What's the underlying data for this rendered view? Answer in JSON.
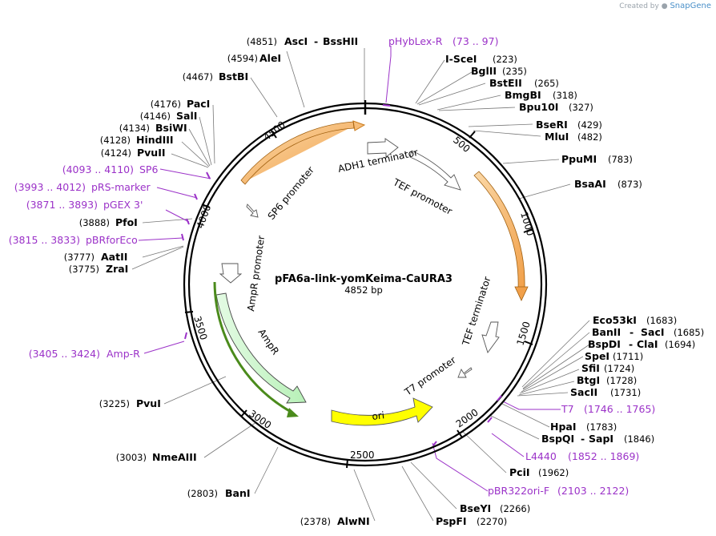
{
  "header": {
    "created_by": "Created by",
    "brand": "SnapGene"
  },
  "plasmid": {
    "name": "pFA6a-link-yomKeima-CaURA3",
    "length_label": "4852 bp",
    "length": 4852
  },
  "ticks": [
    "500",
    "1000",
    "1500",
    "2000",
    "2500",
    "3000",
    "3500",
    "4000",
    "4500"
  ],
  "features": [
    {
      "name": "ADH1 terminator"
    },
    {
      "name": "TEF promoter"
    },
    {
      "name": "TEF terminator"
    },
    {
      "name": "T7 promoter"
    },
    {
      "name": "ori"
    },
    {
      "name": "AmpR"
    },
    {
      "name": "AmpR promoter"
    },
    {
      "name": "SP6 promoter"
    }
  ],
  "enzymes": [
    {
      "pos": "(4851)",
      "name": "AscI",
      "sep": "-",
      "name2": "BssHII"
    },
    {
      "pos": "(4594)",
      "name": "AleI"
    },
    {
      "pos": "(4467)",
      "name": "BstBI"
    },
    {
      "pos": "(4176)",
      "name": "PacI"
    },
    {
      "pos": "(4146)",
      "name": "SalI"
    },
    {
      "pos": "(4134)",
      "name": "BsiWI"
    },
    {
      "pos": "(4128)",
      "name": "HindIII"
    },
    {
      "pos": "(4124)",
      "name": "PvuII"
    },
    {
      "pos": "(3888)",
      "name": "PfoI"
    },
    {
      "pos": "(3777)",
      "name": "AatII"
    },
    {
      "pos": "(3775)",
      "name": "ZraI"
    },
    {
      "pos": "(3225)",
      "name": "PvuI"
    },
    {
      "pos": "(3003)",
      "name": "NmeAIII"
    },
    {
      "pos": "(2803)",
      "name": "BanI"
    },
    {
      "pos": "(2378)",
      "name": "AlwNI"
    },
    {
      "name": "I-SceI",
      "pos": "(223)"
    },
    {
      "name": "BglII",
      "pos": "(235)"
    },
    {
      "name": "BstEII",
      "pos": "(265)"
    },
    {
      "name": "BmgBI",
      "pos": "(318)"
    },
    {
      "name": "Bpu10I",
      "pos": "(327)"
    },
    {
      "name": "BseRI",
      "pos": "(429)"
    },
    {
      "name": "MluI",
      "pos": "(482)"
    },
    {
      "name": "PpuMI",
      "pos": "(783)"
    },
    {
      "name": "BsaAI",
      "pos": "(873)"
    },
    {
      "name": "Eco53kI",
      "pos": "(1683)"
    },
    {
      "name": "BanII",
      "sep": "-",
      "name2": "SacI",
      "pos": "(1685)"
    },
    {
      "name": "BspDI",
      "sep": "-",
      "name2": "ClaI",
      "pos": "(1694)"
    },
    {
      "name": "SpeI",
      "pos": "(1711)"
    },
    {
      "name": "SfiI",
      "pos": "(1724)"
    },
    {
      "name": "BtgI",
      "pos": "(1728)"
    },
    {
      "name": "SacII",
      "pos": "(1731)"
    },
    {
      "name": "HpaI",
      "pos": "(1783)"
    },
    {
      "name": "BspQI",
      "sep": "-",
      "name2": "SapI",
      "pos": "(1846)"
    },
    {
      "name": "PciI",
      "pos": "(1962)"
    },
    {
      "name": "BseYI",
      "pos": "(2266)"
    },
    {
      "name": "PspFI",
      "pos": "(2270)"
    }
  ],
  "primers": [
    {
      "name": "pHybLex-R",
      "range": "(73 .. 97)"
    },
    {
      "name": "SP6",
      "range": "(4093 .. 4110)"
    },
    {
      "name": "pRS-marker",
      "range": "(3993 .. 4012)"
    },
    {
      "name": "pGEX 3'",
      "range": "(3871 .. 3893)"
    },
    {
      "name": "pBRforEco",
      "range": "(3815 .. 3833)"
    },
    {
      "name": "Amp-R",
      "range": "(3405 .. 3424)"
    },
    {
      "name": "T7",
      "range": "(1746 .. 1765)"
    },
    {
      "name": "L4440",
      "range": "(1852 .. 1869)"
    },
    {
      "name": "pBR322ori-F",
      "range": "(2103 .. 2122)"
    }
  ],
  "colors": {
    "primer": "#9b32c8",
    "orange_feature": "#f0a64a",
    "green_feature": "#c9f7c9",
    "green_edge": "#4b8b1c",
    "ori": "#ffff00"
  }
}
